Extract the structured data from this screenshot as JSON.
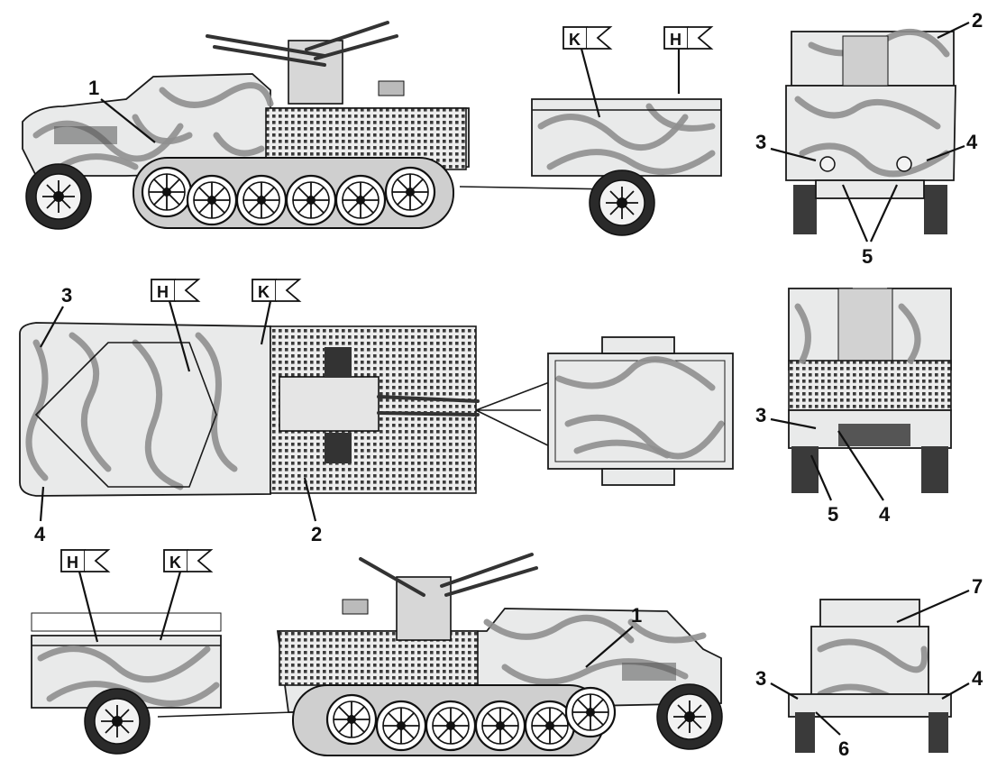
{
  "callouts": {
    "n1": "1",
    "n2": "2",
    "n3": "3",
    "n4": "4",
    "n5": "5",
    "n6": "6",
    "n7": "7"
  },
  "flags": {
    "k": "K",
    "h": "H"
  },
  "colors": {
    "background": "#ffffff",
    "vehicle_base": "#e9eaea",
    "camo_stripe": "#8f8f8f",
    "ink": "#1a1a1a"
  }
}
